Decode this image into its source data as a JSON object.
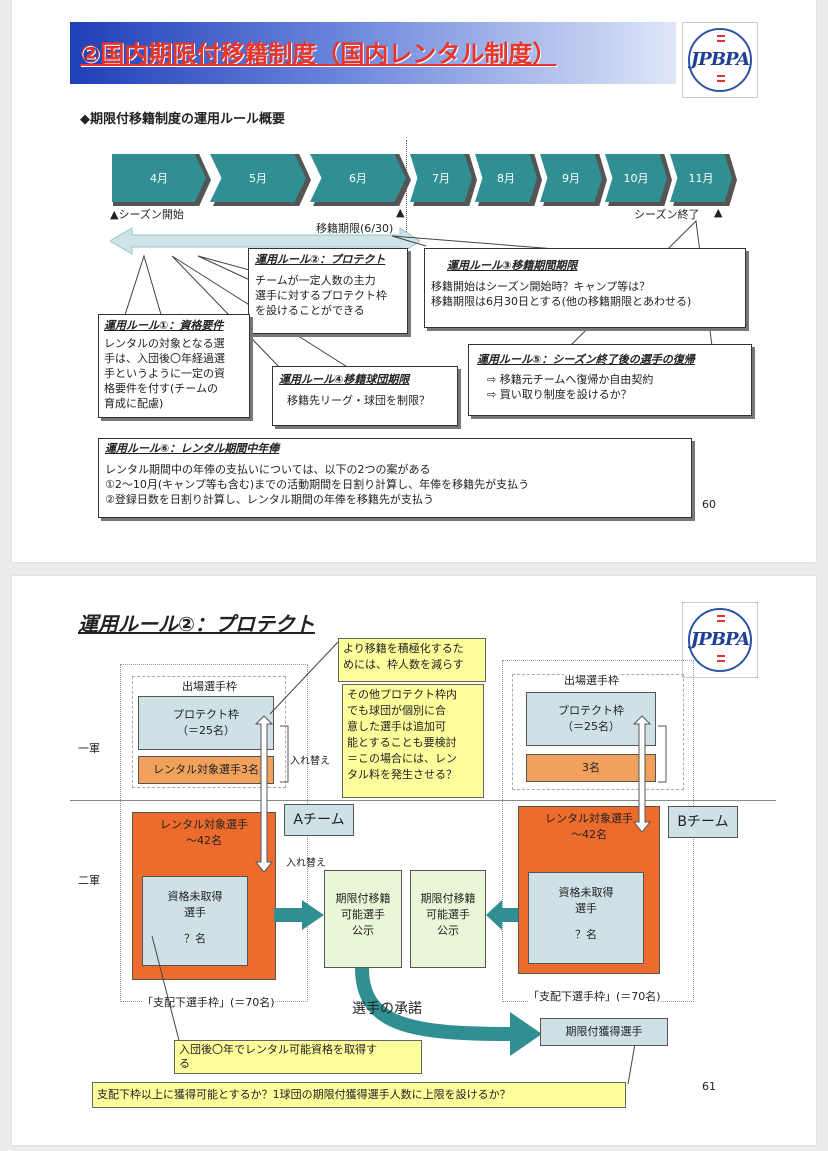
{
  "slide1": {
    "title": "②国内期限付移籍制度（国内レンタル制度）",
    "logo_text": "JPBPA",
    "subtitle": "◆期限付移籍制度の運用ルール概要",
    "months": [
      "4月",
      "5月",
      "6月",
      "7月",
      "8月",
      "9月",
      "10月",
      "11月"
    ],
    "season_start": "▲シーズン開始",
    "transfer_deadline": "移籍期限(6/30)",
    "deadline_marker": "▲",
    "season_end": "シーズン終了",
    "season_end_marker": "▲",
    "rule1": {
      "title": "運用ルール①：資格要件",
      "lines": [
        "レンタルの対象となる選",
        "手は、入団後〇年経過選",
        "手というように一定の資",
        "格要件を付す(チームの",
        "育成に配慮)"
      ]
    },
    "rule2": {
      "title": "運用ルール②：プロテクト",
      "lines": [
        "チームが一定人数の主力",
        "選手に対するプロテクト枠",
        "を設けることができる"
      ]
    },
    "rule3": {
      "title": "運用ルール③移籍期間期限",
      "lines": [
        "移籍開始はシーズン開始時？キャンプ等は？",
        "移籍期限は6月30日とする(他の移籍期限とあわせる)"
      ]
    },
    "rule4": {
      "title": "運用ルール④移籍球団期限",
      "lines": [
        "移籍先リーグ・球団を制限？"
      ]
    },
    "rule5": {
      "title": "運用ルール⑤：シーズン終了後の選手の復帰",
      "lines": [
        "⇨ 移籍元チームへ復帰か自由契約",
        "⇨ 買い取り制度を設けるか？"
      ]
    },
    "rule6": {
      "title": "運用ルール⑥：レンタル期間中年俸",
      "lines": [
        "レンタル期間中の年俸の支払いについては、以下の2つの案がある",
        "①2～10月(キャンプ等も含む)までの活動期間を日割り計算し、年俸を移籍先が支払う",
        "②登録日数を日割り計算し、レンタル期間の年俸を移籍先が支払う"
      ]
    },
    "page": "60"
  },
  "slide2": {
    "title": "運用ルール②：プロテクト",
    "logo_text": "JPBPA",
    "note_top": [
      "より移籍を積極化するた",
      "めには、枠人数を減らす"
    ],
    "note_mid": [
      "その他プロテクト枠内",
      "でも球団が個別に合",
      "意した選手は追加可",
      "能とすることも要検討",
      "＝この場合には、レン",
      "タル料を発生させる？"
    ],
    "first_team": "一軍",
    "second_team": "二軍",
    "active_roster_a": "出場選手枠",
    "active_roster_b": "出場選手枠",
    "protect_a": [
      "プロテクト枠",
      "（＝25名）"
    ],
    "protect_b": [
      "プロテクト枠",
      "（＝25名）"
    ],
    "rental_a_small": "レンタル対象選手3名",
    "rental_b_small": "3名",
    "swap_1": "入れ替え",
    "swap_2": "入れ替え",
    "team_a": "Aチーム",
    "team_b": "Bチーム",
    "rental_a_big": [
      "レンタル対象選手",
      "～42名"
    ],
    "rental_b_big": [
      "レンタル対象選手",
      "～42名"
    ],
    "unqual_a": [
      "資格未取得",
      "選手",
      "？名"
    ],
    "unqual_b": [
      "資格未取得",
      "選手",
      "？名"
    ],
    "listing_a": [
      "期限付移籍",
      "可能選手",
      "公示"
    ],
    "listing_b": [
      "期限付移籍",
      "可能選手",
      "公示"
    ],
    "control_a": "「支配下選手枠」(＝70名)",
    "control_b": "「支配下選手枠」(＝70名)",
    "consent": "選手の承諾",
    "acquired": "期限付獲得選手",
    "note_years": [
      "入団後〇年でレンタル可能資格を取得す",
      "る"
    ],
    "note_bottom": "支配下枠以上に獲得可能とするか？1球団の期限付獲得選手人数に上限を設けるか？",
    "page": "61"
  },
  "colors": {
    "teal": "#2f8f92",
    "orange": "#ec6b2d",
    "light_blue": "#cfe1e6",
    "yellow": "#fdfd9c",
    "title_red": "#e8352a"
  }
}
